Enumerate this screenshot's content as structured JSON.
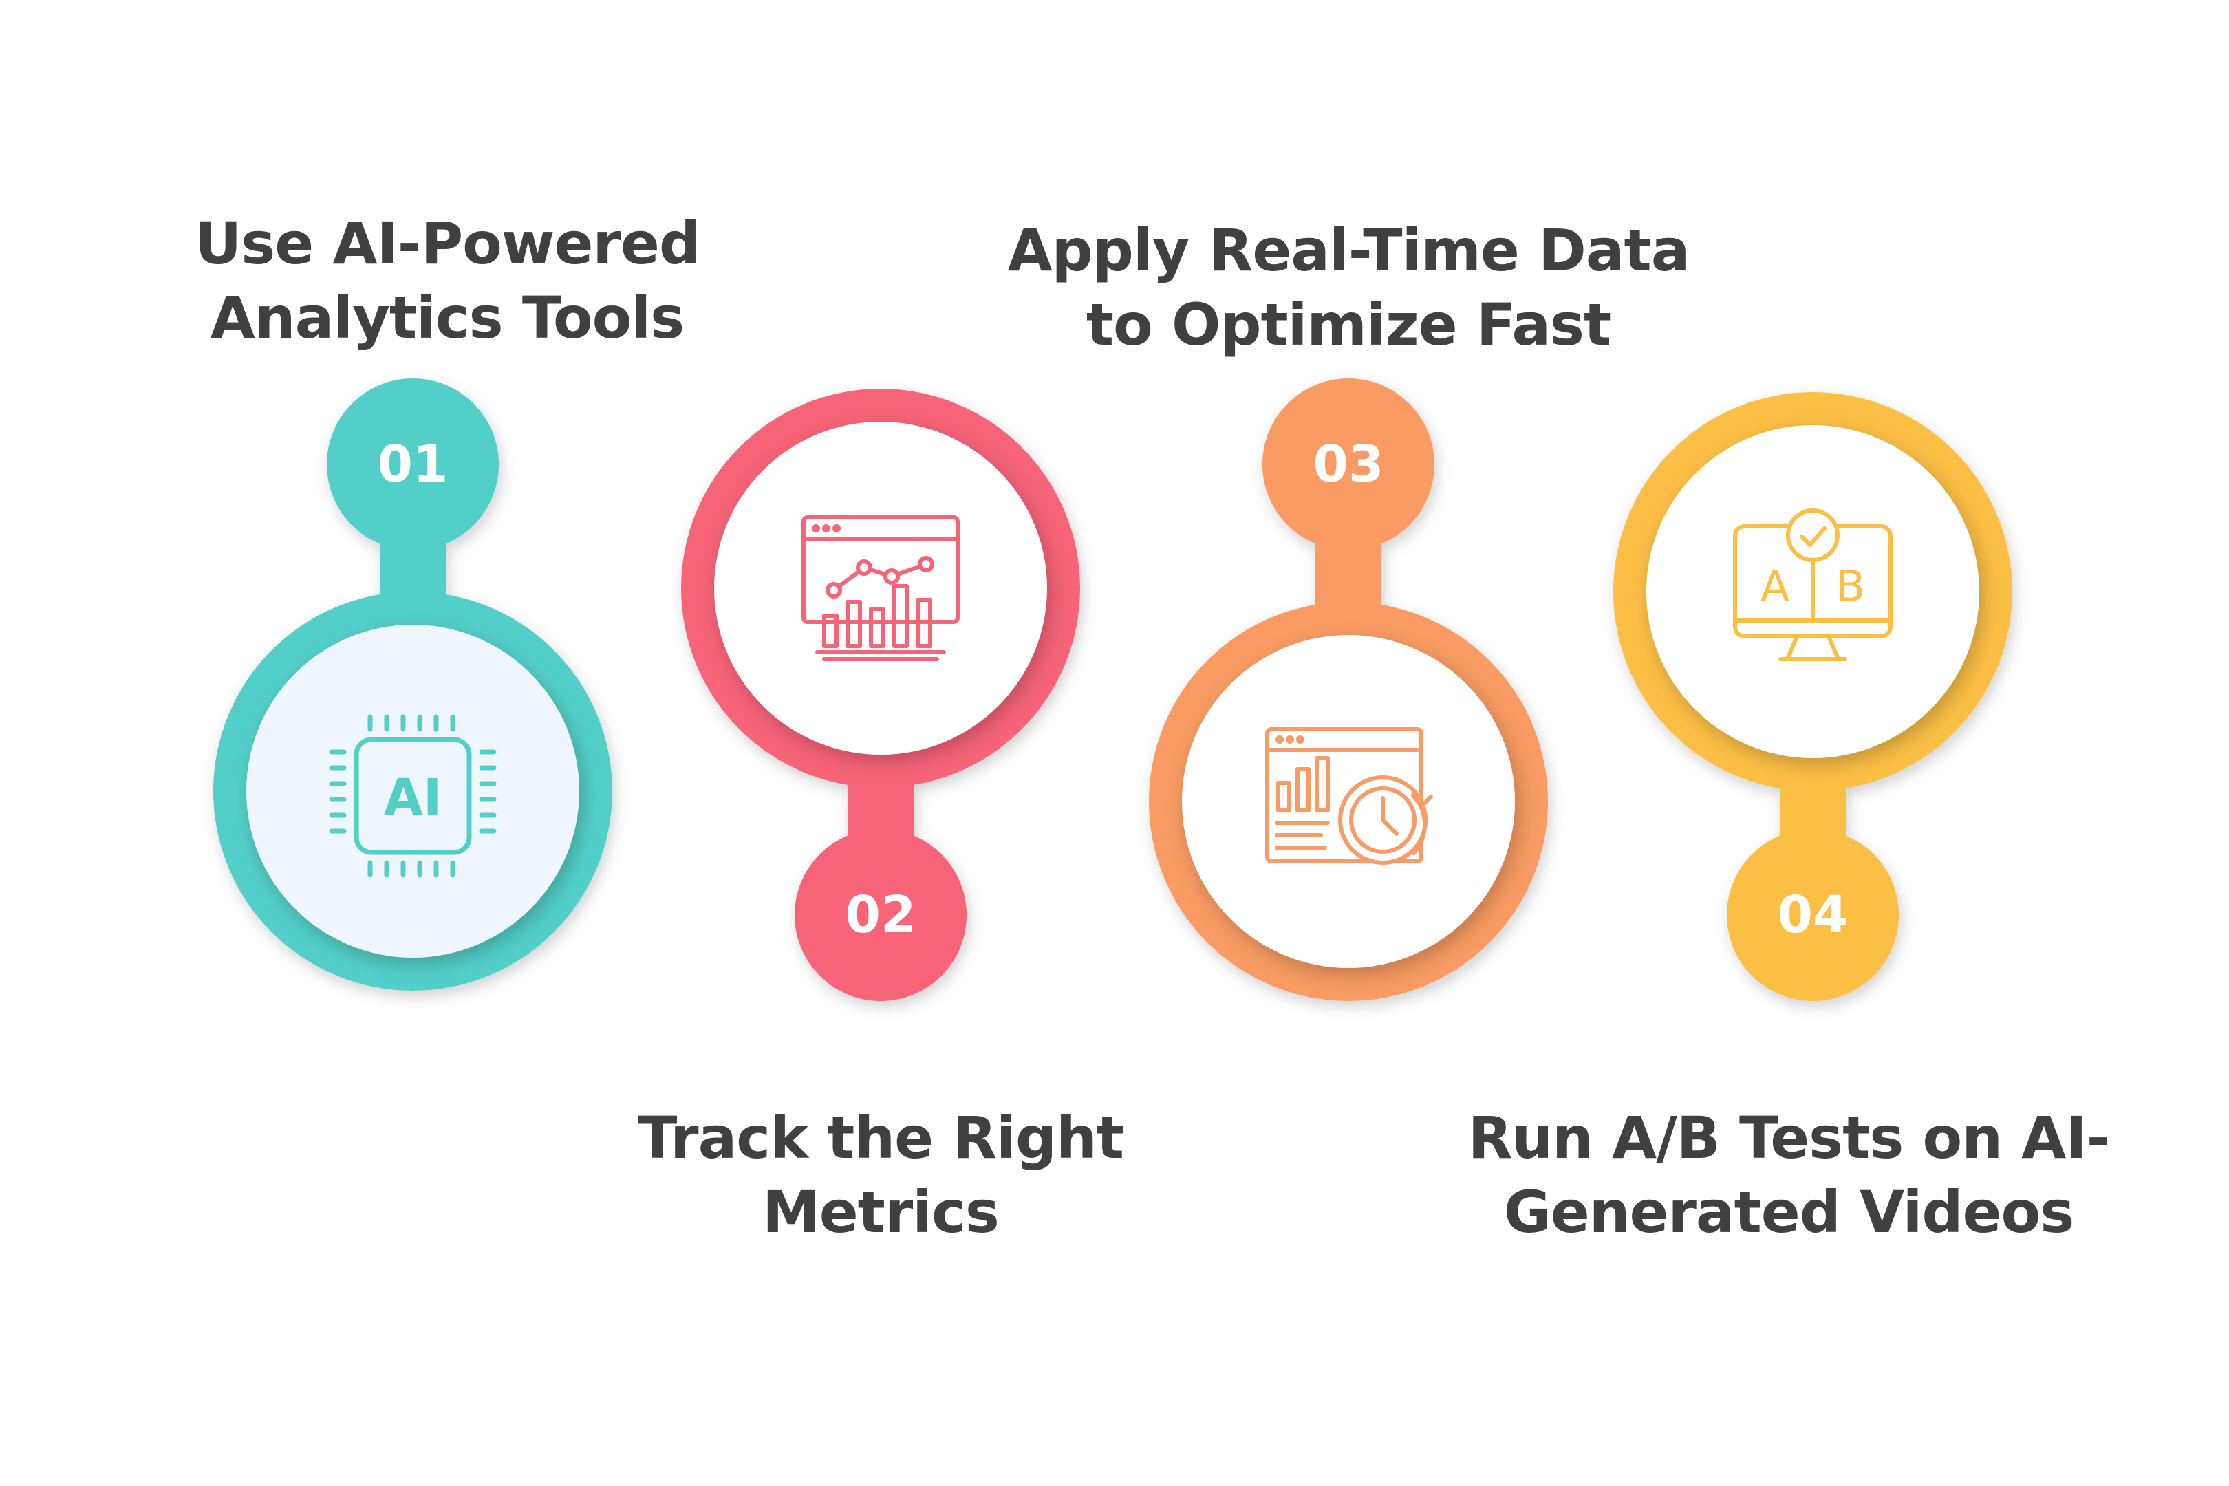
{
  "steps": [
    {
      "number": "01",
      "title_line1": "Use AI-Powered",
      "title_line2": "Analytics Tools",
      "color": "#52CFC9",
      "icon": "ai-chip-icon",
      "icon_text": "AI"
    },
    {
      "number": "02",
      "title_line1": "Track the Right",
      "title_line2": "Metrics",
      "color": "#F76477",
      "icon": "analytics-dashboard-icon"
    },
    {
      "number": "03",
      "title_line1": "Apply Real-Time Data",
      "title_line2": "to Optimize Fast",
      "color": "#F99B64",
      "icon": "realtime-report-clock-icon"
    },
    {
      "number": "04",
      "title_line1": "Run A/B Tests on AI-",
      "title_line2": "Generated Videos",
      "color": "#FCBF44",
      "icon": "ab-test-monitor-icon",
      "icon_text_a": "A",
      "icon_text_b": "B"
    }
  ]
}
